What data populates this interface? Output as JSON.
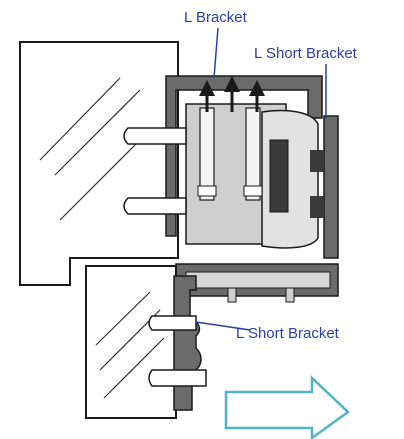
{
  "labels": {
    "l_bracket": "L Bracket",
    "l_short_bracket_top": "L Short Bracket",
    "l_short_bracket_bottom": "L Short Bracket"
  },
  "colors": {
    "outline": "#1a1a1a",
    "bracket_fill": "#6b6b6b",
    "component_fill": "#cfcfcf",
    "panel_fill": "#ffffff",
    "label_text": "#2e3f9e",
    "leader_line": "#2e3f9e",
    "arrow_outline": "#4fb3c4"
  },
  "icons": {
    "direction_arrow": "right-arrow-outline-icon"
  }
}
